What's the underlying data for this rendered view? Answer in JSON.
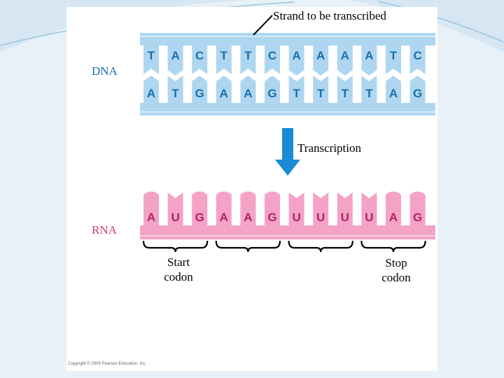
{
  "labels": {
    "strand_to_be_transcribed": "Strand to be transcribed",
    "dna": "DNA",
    "transcription": "Transcription",
    "rna": "RNA",
    "start_codon_line1": "Start",
    "start_codon_line2": "codon",
    "stop_codon_line1": "Stop",
    "stop_codon_line2": "codon",
    "copyright": "Copyright © 2009 Pearson Education, Inc."
  },
  "dna": {
    "template_strand": [
      "T",
      "A",
      "C",
      "T",
      "T",
      "C",
      "A",
      "A",
      "A",
      "A",
      "T",
      "C"
    ],
    "coding_strand": [
      "A",
      "T",
      "G",
      "A",
      "A",
      "G",
      "T",
      "T",
      "T",
      "T",
      "A",
      "G"
    ]
  },
  "rna": {
    "bases": [
      "A",
      "U",
      "G",
      "A",
      "A",
      "G",
      "U",
      "U",
      "U",
      "U",
      "A",
      "G"
    ],
    "codon_count": 4
  },
  "colors": {
    "dna_backbone": "#aed6f1",
    "dna_tab": "#aed6f1",
    "dna_text": "#1a6fa8",
    "rna_backbone": "#f4a3c7",
    "rna_tab": "#f4a3c7",
    "rna_text": "#b0245e",
    "arrow": "#1a8ad4"
  }
}
